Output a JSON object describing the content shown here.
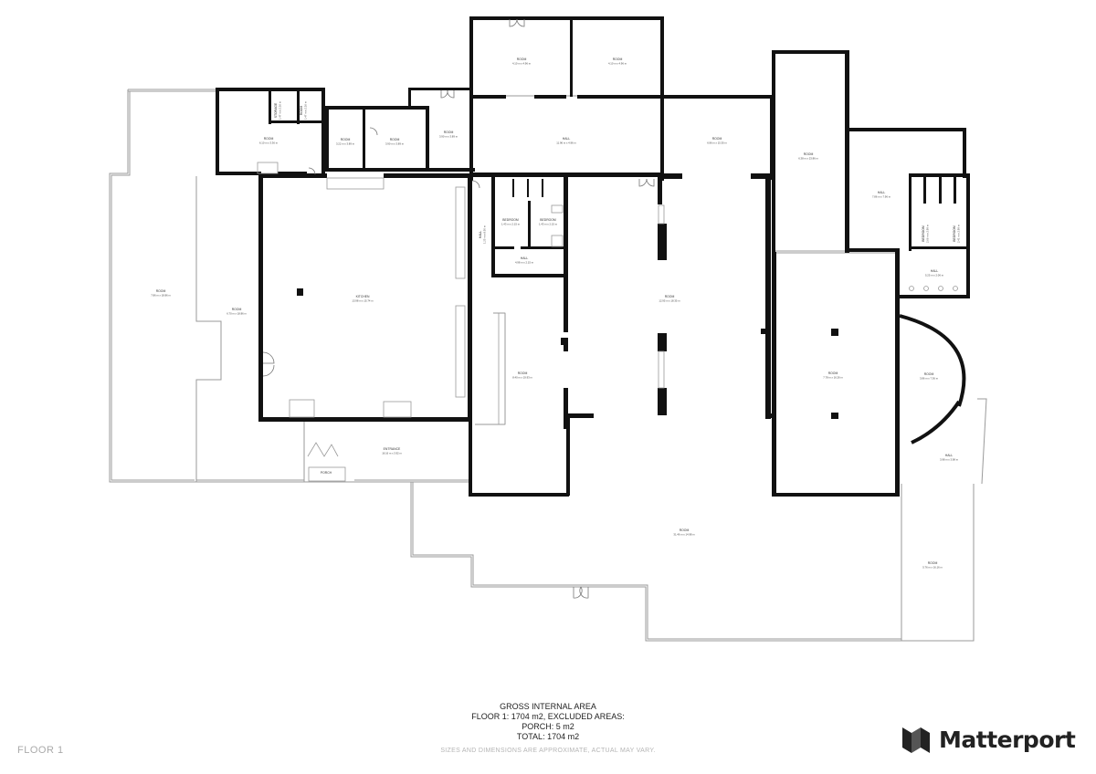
{
  "floor_label": "FLOOR 1",
  "summary": {
    "line1": "GROSS INTERNAL AREA",
    "line2": "FLOOR 1: 1704 m2, EXCLUDED AREAS:",
    "line3": "PORCH: 5 m2",
    "line4": "TOTAL: 1704 m2"
  },
  "disclaimer": "SIZES AND DIMENSIONS ARE APPROXIMATE, ACTUAL MAY VARY.",
  "brand": "Matterport",
  "rooms": [
    {
      "label": "ROOM",
      "dims": "7.86 m x 18.86 m"
    },
    {
      "label": "ROOM",
      "dims": "6.70 m x 18.86 m"
    },
    {
      "label": "ROOM",
      "dims": "6.10 m x 3.36 m"
    },
    {
      "label": "STORAGE",
      "dims": "1.47 m x 2.26 m"
    },
    {
      "label": "ROOM",
      "dims": "1.47 m x 2.26 m"
    },
    {
      "label": "ROOM",
      "dims": "3.22 m x 3.89 m"
    },
    {
      "label": "ROOM",
      "dims": "3.90 m x 3.89 m"
    },
    {
      "label": "ROOM",
      "dims": "3.90 m x 3.89 m"
    },
    {
      "label": "ROOM",
      "dims": "4.10 m x 4.96 m"
    },
    {
      "label": "ROOM",
      "dims": "4.10 m x 4.96 m"
    },
    {
      "label": "HALL",
      "dims": "11.96 m x 4.96 m"
    },
    {
      "label": "ROOM",
      "dims": "6.96 m x 15.30 m"
    },
    {
      "label": "ROOM",
      "dims": "6.38 m x 23.86 m"
    },
    {
      "label": "HALL",
      "dims": "7.86 m x 7.96 m"
    },
    {
      "label": "BEDROOM",
      "dims": "1.43 m x 2.15 m"
    },
    {
      "label": "BEDROOM",
      "dims": "1.43 m x 2.15 m"
    },
    {
      "label": "KITCHEN",
      "dims": "13.98 m x 15.74 m"
    },
    {
      "label": "HALL",
      "dims": "1.25 m x 8.50 m"
    },
    {
      "label": "BEDROOM",
      "dims": "2.66 m x 2.99 m"
    },
    {
      "label": "BEDROOM",
      "dims": "2.41 m x 2.99 m"
    },
    {
      "label": "HALL",
      "dims": "4.98 m x 2.15 m"
    },
    {
      "label": "ROOM",
      "dims": "8.40 m x 19.93 m"
    },
    {
      "label": "ROOM",
      "dims": "12.95 m x 18.35 m"
    },
    {
      "label": "HALL",
      "dims": "5.25 m x 2.06 m"
    },
    {
      "label": "ROOM",
      "dims": "7.78 m x 16.26 m"
    },
    {
      "label": "ROOM",
      "dims": "3.86 m x 7.36 m"
    },
    {
      "label": "ENTRANCE",
      "dims": "16.16 m x 3.92 m"
    },
    {
      "label": "PORCH",
      "dims": ""
    },
    {
      "label": "HALL",
      "dims": "3.98 m x 3.98 m"
    },
    {
      "label": "ROOM",
      "dims": "31.46 m x 14.98 m"
    },
    {
      "label": "ROOM",
      "dims": "5.76 m x 16.16 m"
    }
  ]
}
